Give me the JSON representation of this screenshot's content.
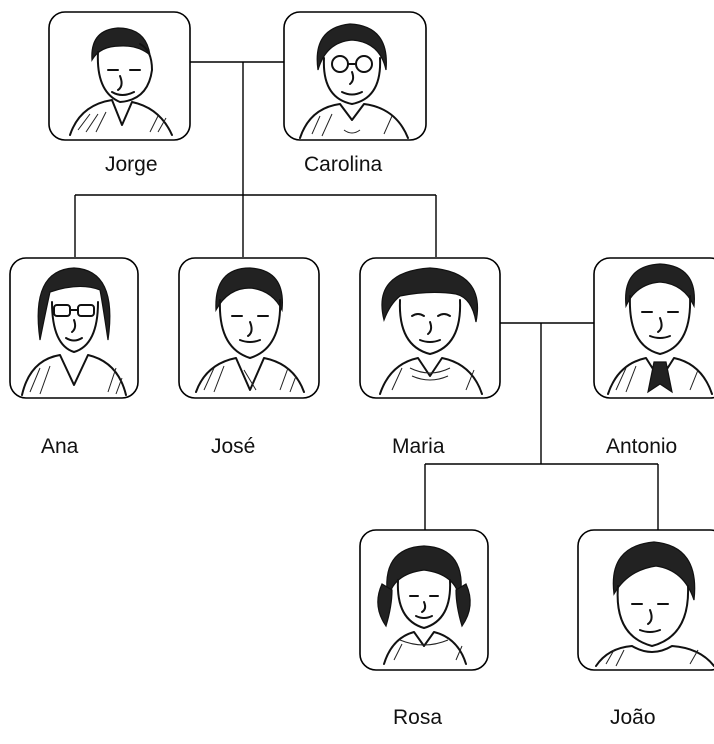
{
  "family": {
    "grandfather": "Jorge",
    "grandmother": "Carolina",
    "children": [
      "Ana",
      "José",
      "Maria"
    ],
    "spouse": "Antonio",
    "grandchildren": [
      "Rosa",
      "João"
    ]
  }
}
